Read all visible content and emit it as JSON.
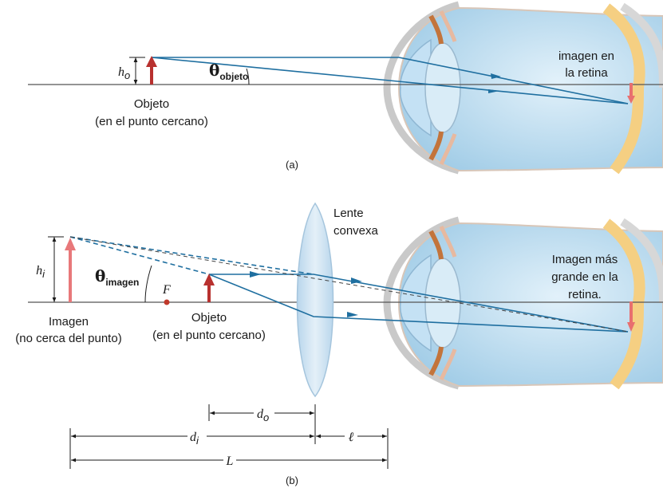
{
  "panel_a": {
    "label": "(a)",
    "height_symbol": "h",
    "height_sub": "o",
    "theta": "θ",
    "theta_sub": "objeto",
    "object_line1": "Objeto",
    "object_line2": "(en el punto cercano)",
    "retina_line1": "imagen en",
    "retina_line2": "la retina"
  },
  "panel_b": {
    "label": "(b)",
    "lens_line1": "Lente",
    "lens_line2": "convexa",
    "height_symbol": "h",
    "height_sub": "i",
    "theta": "θ",
    "theta_sub": "imagen",
    "focal": "F",
    "image_line1": "Imagen",
    "image_line2": "(no cerca del punto)",
    "object_line1": "Objeto",
    "object_line2": "(en el punto cercano)",
    "retina_line1": "Imagen más",
    "retina_line2": "grande en la",
    "retina_line3": "retina.",
    "do_symbol": "d",
    "do_sub": "o",
    "di_symbol": "d",
    "di_sub": "i",
    "ell": "ℓ",
    "L": "L"
  },
  "colors": {
    "ray": "#1f6fa0",
    "arrow_object": "#b8312f",
    "arrow_image": "#e8787a",
    "lens": "#c9dff0",
    "eye": "#bcdcf0",
    "retina": "#f5cf82"
  }
}
